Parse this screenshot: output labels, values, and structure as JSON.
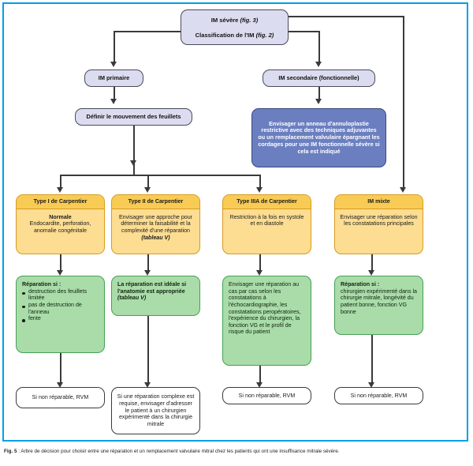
{
  "figure": {
    "caption_prefix": "Fig. 5",
    "caption_text": " : Arbre de décision pour choisir entre une réparation et un remplacement valvulaire mitral chez les patients qui ont une insuffisance mitrale sévère."
  },
  "colors": {
    "frame_border": "#00a0e9",
    "lavender_fill": "#dcdcf0",
    "blue_fill": "#6b7fc0",
    "amber_header": "#f8cb55",
    "amber_body": "#fcdd91",
    "amber_border": "#d89a22",
    "green_fill": "#a9dca9",
    "green_border": "#46a055",
    "line": "#3a3a3a"
  },
  "nodes": {
    "root": {
      "line1": "IM sévère ",
      "line1_italic": "(fig. 3)",
      "line2": "Classification de l'IM ",
      "line2_italic": "(fig. 2)"
    },
    "primaire": {
      "label": "IM primaire"
    },
    "secondaire": {
      "label": "IM secondaire (fonctionnelle)"
    },
    "definir": {
      "label": "Définir le mouvement des feuillets"
    },
    "annuloplastie": {
      "text": "Envisager un anneau d'annuloplastie restrictive avec des techniques adjuvantes ou un remplacement valvulaire épargnant les cordages pour une IM fonctionnelle sévère si cela est indiqué"
    },
    "type1": {
      "header": "Type I de Carpentier",
      "body_bold": "Normale",
      "body": "Endocardite, perforation, anomalie congénitale"
    },
    "type2": {
      "header": "Type II de Carpentier",
      "body": "Envisager une approche pour déterminer la faisabilité et la complexité d'une réparation ",
      "body_italic": "(tableau V)"
    },
    "type3a": {
      "header": "Type IIIA de Carpentier",
      "body": "Restriction à la fois en systole et en diastole"
    },
    "mixte": {
      "header": "IM mixte",
      "body": "Envisager une réparation selon les constatations principales"
    },
    "green1": {
      "title": "Réparation si :",
      "items": [
        "destruction des feuillets limitée",
        "pas de destruction de l'anneau",
        "fente"
      ]
    },
    "green2": {
      "text": "La réparation est idéale si l'anatomie est appropriée ",
      "italic": "(tableau V)"
    },
    "green3": {
      "text": "Envisager une réparation au cas par cas selon les constatations à l'échocardiographie, les constatations peropératoires, l'expérience du chirurgien, la fonction VG et le profil de risque du patient"
    },
    "green4": {
      "title": "Réparation si :",
      "text": "chirurgien expérimenté dans la chirurgie mitrale, longévité du patient bonne, fonction VG bonne"
    },
    "white1": {
      "text": "Si non réparable, RVM"
    },
    "white2": {
      "text": "Si une réparation complexe est requise, envisager d'adresser le patient à un chirurgien expérimenté dans la chirurgie mitrale"
    },
    "white3": {
      "text": "Si non réparable, RVM"
    },
    "white4": {
      "text": "Si non réparable, RVM"
    }
  }
}
